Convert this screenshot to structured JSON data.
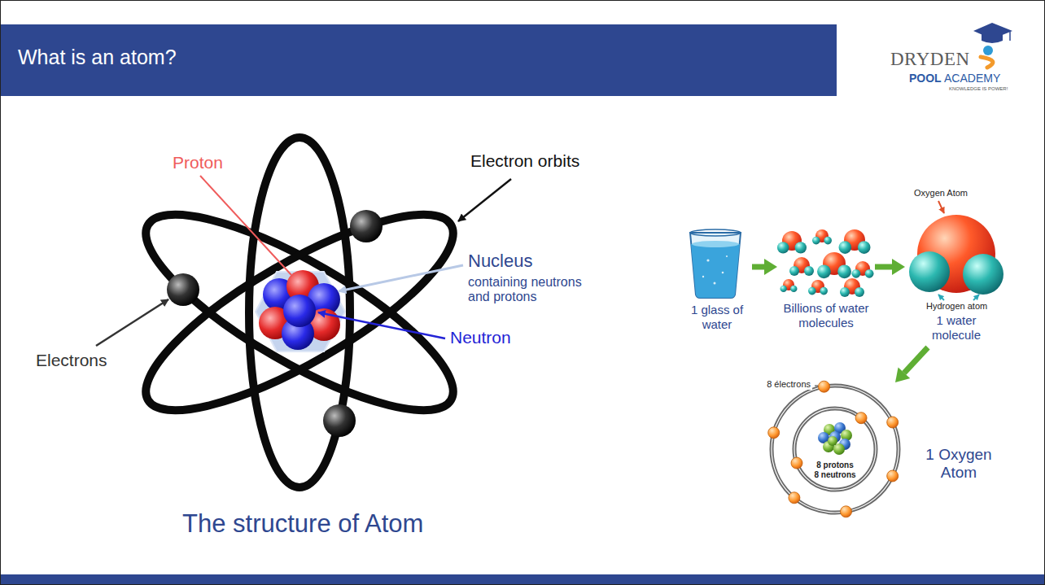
{
  "diagram": {
    "title": "What is an atom?",
    "nodes": [
      {
        "text": [
          "1 glass of water"
        ]
      },
      {
        "text": [
          "Billions of water molecules"
        ]
      },
      {
        "text": [
          "1 water molecule"
        ]
      },
      {
        "text": [
          "1 Oxygen Atom"
        ]
      }
    ],
    "edges": [
      {
        "from": 0,
        "to": 1,
        "arrow": "to"
      },
      {
        "from": 1,
        "to": 2,
        "arrow": "to"
      },
      {
        "from": 2,
        "to": 3,
        "arrow": "to"
      }
    ],
    "labels": [
      "DRYDEN",
      "POOL",
      "ACADEMY",
      "KNOWLEDGE IS POWER!",
      "Proton",
      "Electron orbits",
      "Nucleus",
      "containing neutrons and protons",
      "Neutron",
      "Electrons",
      "The structure of Atom",
      "Oxygen Atom",
      "Hydrogen atom",
      "8 électrons",
      "8 protons",
      "8 neutrons"
    ]
  }
}
